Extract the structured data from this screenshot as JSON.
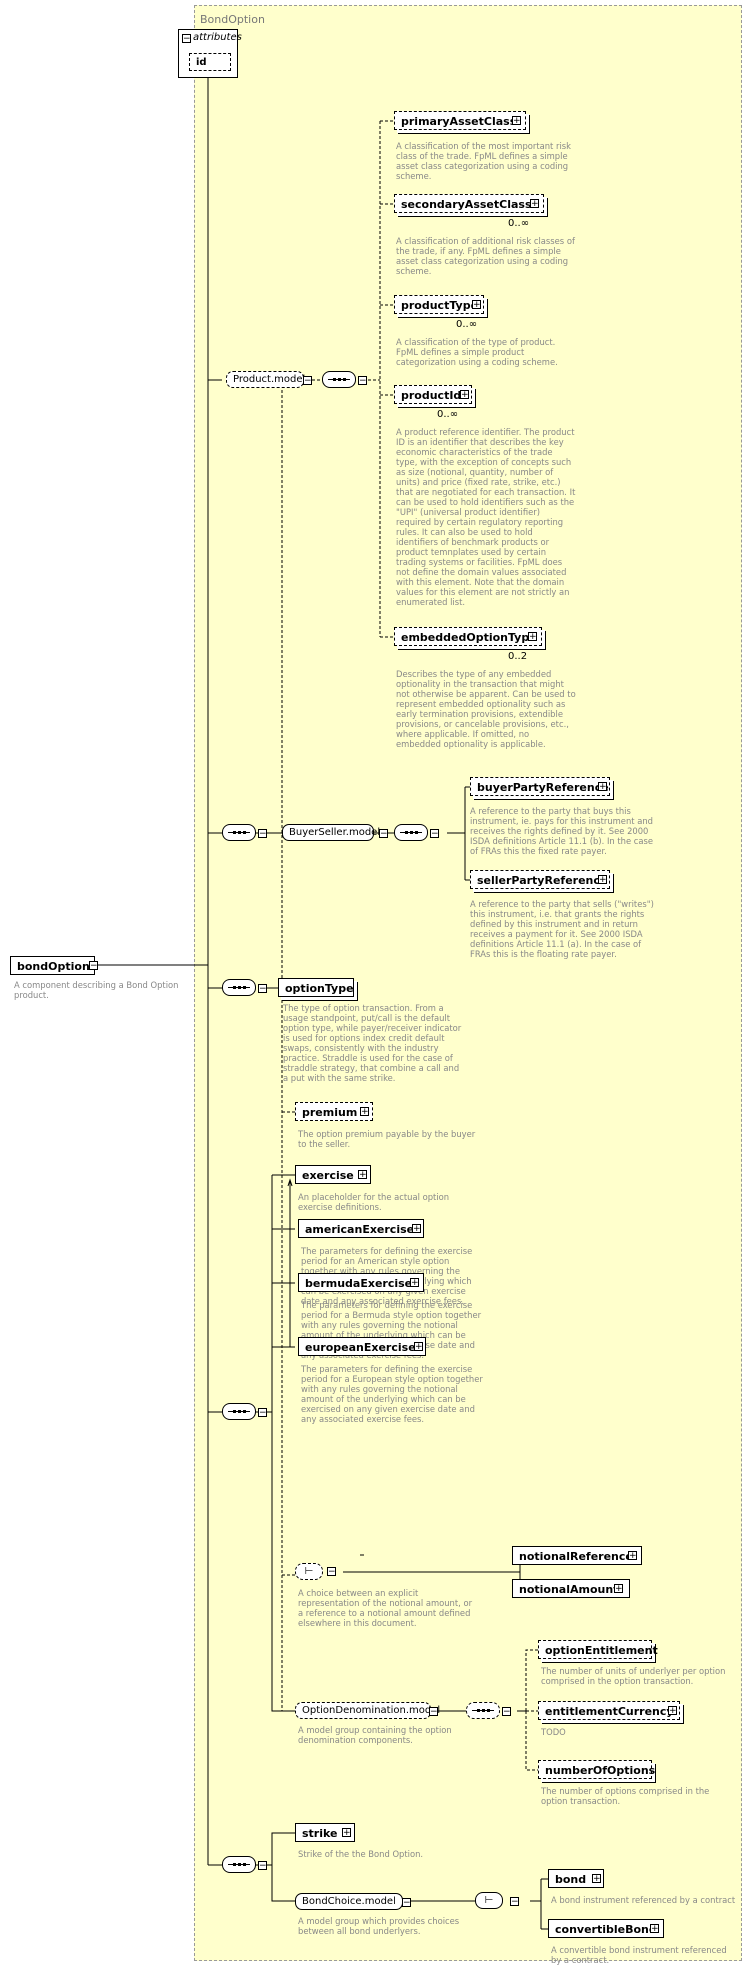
{
  "diagram": {
    "frame_title": "BondOption",
    "attributes": {
      "title": "attributes",
      "id": "id"
    },
    "root": {
      "name": "bondOption",
      "doc": "A component describing a Bond Option product."
    },
    "product_model": {
      "name": "Product.model",
      "primaryAssetClass": {
        "name": "primaryAssetClass",
        "doc": "A classification of the most important risk class of the trade. FpML defines a simple asset class categorization using a coding scheme."
      },
      "secondaryAssetClass": {
        "name": "secondaryAssetClass",
        "card": "0..∞",
        "doc": "A classification of additional risk classes of the trade, if any. FpML defines a simple asset class categorization using a coding scheme."
      },
      "productType": {
        "name": "productType",
        "card": "0..∞",
        "doc": "A classification of the type of product. FpML defines a simple product categorization using a coding scheme."
      },
      "productId": {
        "name": "productId",
        "card": "0..∞",
        "doc": "A product reference identifier. The product ID is an identifier that describes the key economic characteristics of the trade type, with the exception of concepts such as size (notional, quantity, number of units) and price (fixed rate, strike, etc.) that are negotiated for each transaction. It can be used to hold identifiers such as the \"UPI\" (universal product identifier) required by certain regulatory reporting rules. It can also be used to hold identifiers of benchmark products or product temnplates used by certain trading systems or facilities. FpML does not define the domain values associated with this element. Note that the domain values for this element are not strictly an enumerated list."
      },
      "embeddedOptionType": {
        "name": "embeddedOptionType",
        "card": "0..2",
        "doc": "Describes the type of any embedded optionality in the transaction that might not otherwise be apparent. Can be used to represent embedded optionality such as early termination provisions, extendible provisions, or cancelable provisions, etc., where applicable. If omitted, no embedded optionality is applicable."
      }
    },
    "buyerseller_model": {
      "name": "BuyerSeller.model",
      "buyerPartyReference": {
        "name": "buyerPartyReference",
        "doc": "A reference to the party that buys this instrument, ie. pays for this instrument and receives the rights defined by it. See 2000 ISDA definitions Article 11.1 (b). In the case of FRAs this the fixed rate payer."
      },
      "sellerPartyReference": {
        "name": "sellerPartyReference",
        "doc": "A reference to the party that sells (\"writes\") this instrument, i.e. that grants the rights defined by this instrument and in return receives a payment for it. See 2000 ISDA definitions Article 11.1 (a). In the case of FRAs this is the floating rate payer."
      }
    },
    "optionType": {
      "name": "optionType",
      "doc": "The type of option transaction. From a usage standpoint, put/call is the default option type, while payer/receiver indicator is used for options index credit default swaps, consistently with the industry practice. Straddle is used for the case of straddle strategy, that combine a call and a put with the same strike."
    },
    "premium": {
      "name": "premium",
      "doc": "The option premium payable by the buyer to the seller."
    },
    "exercise": {
      "name": "exercise",
      "doc": "An placeholder for the actual option exercise definitions."
    },
    "americanExercise": {
      "name": "americanExercise",
      "doc": "The parameters for defining the exercise period for an American style option together with any rules governing the notional amount of the underlying which can be exercised on any given exercise date and any associated exercise fees."
    },
    "bermudaExercise": {
      "name": "bermudaExercise",
      "doc": "The parameters for defining the exercise period for a Bermuda style option together with any rules governing the notional amount of the underlying which can be exercised on any given exercise date and any associated exercise fees."
    },
    "europeanExercise": {
      "name": "europeanExercise",
      "doc": "The parameters for defining the exercise period for a European style option together with any rules governing the notional amount of the underlying which can be exercised on any given exercise date and any associated exercise fees."
    },
    "notional_choice": {
      "doc": "A choice between an explicit representation of the notional amount, or a reference to a notional amount defined elsewhere in this document.",
      "notionalReference": {
        "name": "notionalReference"
      },
      "notionalAmount": {
        "name": "notionalAmount"
      }
    },
    "option_denomination": {
      "name": "OptionDenomination.model",
      "doc": "A model group containing the option denomination components.",
      "optionEntitlement": {
        "name": "optionEntitlement",
        "doc": "The number of units of underlyer per option comprised in the option transaction."
      },
      "entitlementCurrency": {
        "name": "entitlementCurrency",
        "doc": "TODO"
      },
      "numberOfOptions": {
        "name": "numberOfOptions",
        "doc": "The number of options comprised in the option transaction."
      }
    },
    "strike": {
      "name": "strike",
      "doc": "Strike of the the Bond Option."
    },
    "bondchoice_model": {
      "name": "BondChoice.model",
      "doc": "A model group which provides choices between all bond underlyers.",
      "bond": {
        "name": "bond",
        "doc": "A bond instrument referenced by a contract"
      },
      "convertibleBond": {
        "name": "convertibleBond",
        "doc": "A convertible bond instrument referenced by a contract."
      }
    }
  }
}
